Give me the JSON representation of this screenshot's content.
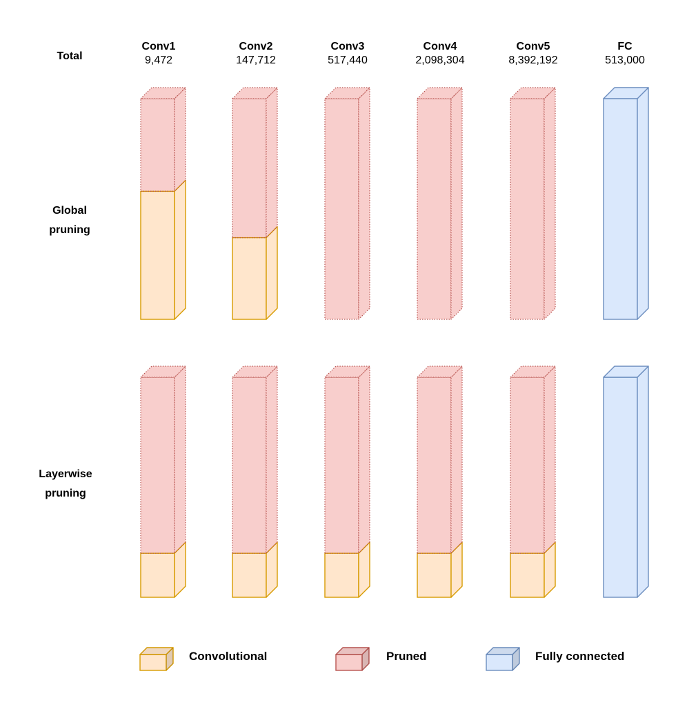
{
  "row_header": "Total",
  "columns": [
    {
      "name": "Conv1",
      "total": "9,472",
      "type": "conv"
    },
    {
      "name": "Conv2",
      "total": "147,712",
      "type": "conv"
    },
    {
      "name": "Conv3",
      "total": "517,440",
      "type": "conv"
    },
    {
      "name": "Conv4",
      "total": "2,098,304",
      "type": "conv"
    },
    {
      "name": "Conv5",
      "total": "8,392,192",
      "type": "conv"
    },
    {
      "name": "FC",
      "total": "513,000",
      "type": "fc"
    }
  ],
  "rows": [
    {
      "label_line1": "Global",
      "label_line2": "pruning",
      "remaining_fraction": [
        0.58,
        0.37,
        0.0,
        0.0,
        0.0,
        1.0
      ]
    },
    {
      "label_line1": "Layerwise",
      "label_line2": "pruning",
      "remaining_fraction": [
        0.2,
        0.2,
        0.2,
        0.2,
        0.2,
        1.0
      ]
    }
  ],
  "legend": [
    {
      "key": "conv",
      "label": "Convolutional"
    },
    {
      "key": "pruned",
      "label": "Pruned"
    },
    {
      "key": "fc",
      "label": "Fully connected"
    }
  ],
  "colors": {
    "conv_fill": "#ffe6cc",
    "conv_stroke": "#d79b00",
    "pruned_fill": "#f8cecc",
    "pruned_stroke": "#b85450",
    "fc_fill": "#dae8fc",
    "fc_stroke": "#6c8ebf"
  }
}
